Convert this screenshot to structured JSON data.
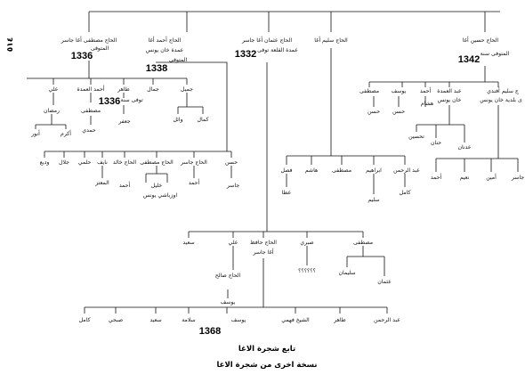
{
  "page_number": "٥١٤",
  "captions": {
    "caption_1": "تابع شجرة الاغا",
    "caption_2": "نسخة اخرى من شجرة الاغا"
  },
  "years": {
    "y1336a": "1336",
    "y1338": "1338",
    "y1336b": "1336",
    "y1332": "1332",
    "y1342": "1342",
    "y1368": "1368"
  },
  "names": {
    "mustafa_agha": "الحاج مصطفى أغا جاسر",
    "mustafa_agha_sub": "المتوفى",
    "ahmad_agha": "الحاج أحمد أغا",
    "ahmad_agha_sub1": "عمدة خان يونس",
    "ahmad_agha_sub2": "المتوفى",
    "othman_agha": "الحاج عثمان أغا جاسر",
    "othman_agha_sub": "عمدة القلعة توفى",
    "salim_agha": "الحاج سليم أغا",
    "hussein_agha": "الحاج حسين أغا",
    "hussein_agha_sub": "المتوفى سنة",
    "ali_1": "علي",
    "ahmad_omda": "أحمد العمدة",
    "taher_1": "طاهر",
    "taher_1_sub": "توفى سنة",
    "jamal": "جمال",
    "jamil": "جميل",
    "ramadan": "رمضان",
    "akram": "أكرم",
    "anwar": "أنور",
    "mustafa_2": "مصطفى",
    "hamdi": "حمدي",
    "jafar": "جعفر",
    "kamal_1": "كمال",
    "wael": "وائل",
    "mustafa_3": "مصطفى",
    "yousef_1": "يوسف",
    "ahmad_3": "أحمد",
    "abd_omda": "عبد العمدة",
    "abd_omda_sub": "خان يونس",
    "salim_afandi": "ج سليم أفندي",
    "salim_afandi_sub": "ى بلدية خان يونس",
    "hassan_1": "حسن",
    "hesham": "هشام",
    "hassan_2": "حسن",
    "tahseen": "تحسين",
    "adnan": "عدنان",
    "hanan": "حنان",
    "wadih": "وديع",
    "jalal": "جلال",
    "helmi": "حلمي",
    "nayef": "نايف",
    "khaled": "الحاج خالد",
    "haj_mustafa": "الحاج مصطفى",
    "haj_jaser": "الحاج جاسر",
    "hassan_3": "حسن",
    "moataz": "المعتز",
    "ahmad_4": "أحمد",
    "khalil": "خليل",
    "ozbashi": "اوزباشي يونس",
    "ahmad_5": "أحمد",
    "jaser_2": "جاسر",
    "faisal": "فصل",
    "hashem": "هاشم",
    "mustafa_4": "مصطفى",
    "ibrahim": "ابراهيم",
    "abdulrahman_1": "عبد الرحمن",
    "ataa": "عطا",
    "salim_2": "سليم",
    "kamel_2": "كامل",
    "ahmad_6": "أحمد",
    "naim": "نعيم",
    "amin": "أمين",
    "jaser_3": "جاسر",
    "saeed_1": "سعيد",
    "ali_2": "علي",
    "haj_hafez": "الحاج حافظ",
    "haj_hafez_sub": "أغا جاسر",
    "sabri": "صبري",
    "mustafa_5": "مصطفى",
    "haj_saleh": "الحاج صالح",
    "qmarks": "؟؟؟؟؟؟",
    "othman_2": "عثمان",
    "suleiman": "سليمان",
    "yousef_2": "يوسف",
    "kamel_3": "كامل",
    "subhi": "صبحي",
    "saeed_2": "سعيد",
    "salama": "سلامة",
    "yousef_3": "يوسف",
    "sheikh_fahmi": "الشيخ فهمي",
    "taher_2": "طاهر",
    "abdulrahman_2": "عبد الرحمن"
  }
}
